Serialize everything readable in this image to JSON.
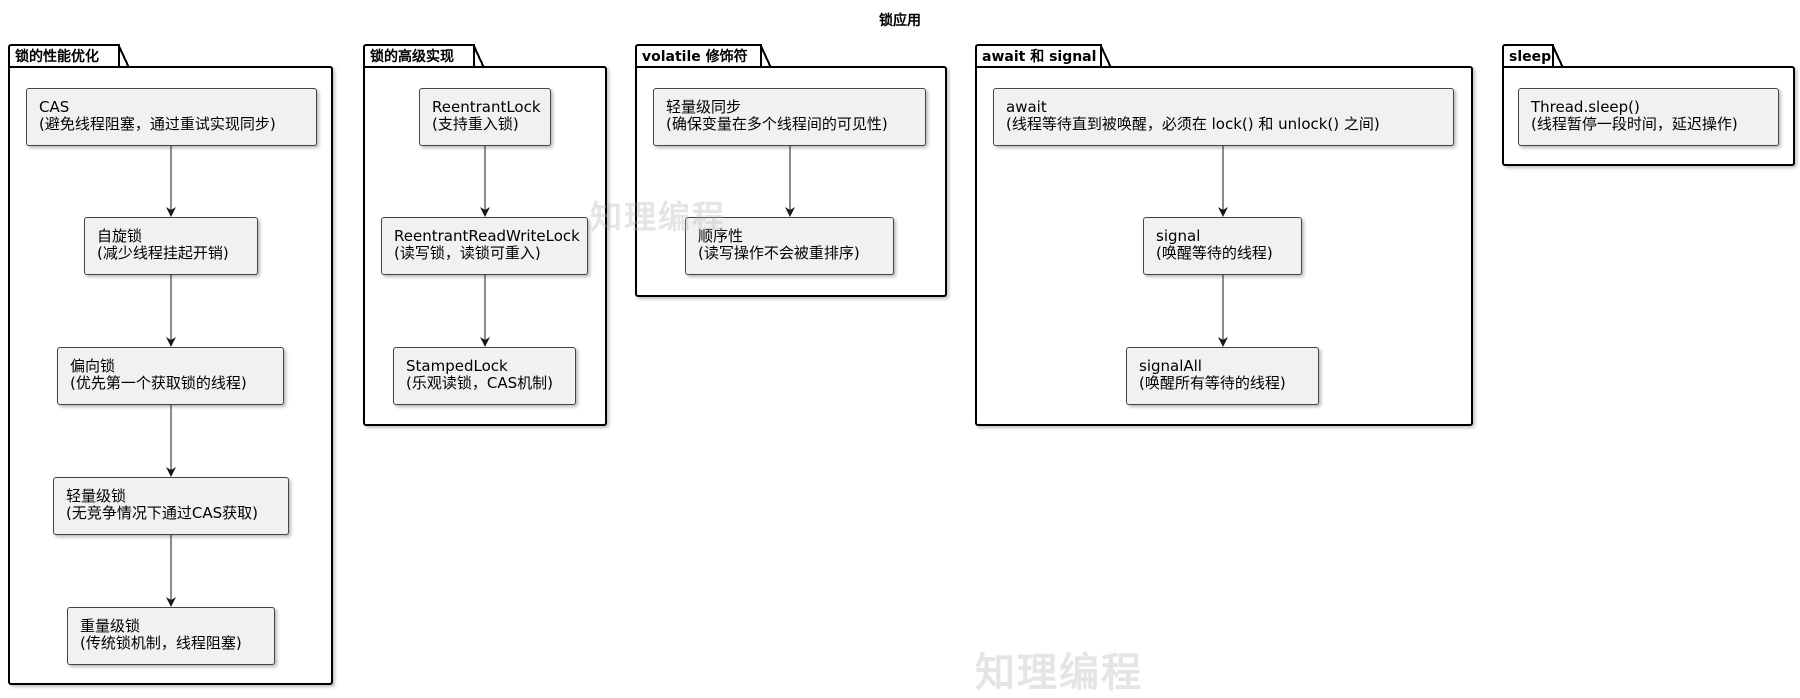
{
  "title": "锁应用",
  "packages": {
    "p1": {
      "label": "锁的性能优化",
      "nodes": [
        {
          "name": "CAS",
          "desc": "(避免线程阻塞，通过重试实现同步)"
        },
        {
          "name": "自旋锁",
          "desc": "(减少线程挂起开销)"
        },
        {
          "name": "偏向锁",
          "desc": "(优先第一个获取锁的线程)"
        },
        {
          "name": "轻量级锁",
          "desc": "(无竞争情况下通过CAS获取)"
        },
        {
          "name": "重量级锁",
          "desc": "(传统锁机制，线程阻塞)"
        }
      ]
    },
    "p2": {
      "label": "锁的高级实现",
      "nodes": [
        {
          "name": "ReentrantLock",
          "desc": "(支持重入锁)"
        },
        {
          "name": "ReentrantReadWriteLock",
          "desc": "(读写锁，读锁可重入)"
        },
        {
          "name": "StampedLock",
          "desc": "(乐观读锁，CAS机制)"
        }
      ]
    },
    "p3": {
      "label": "volatile 修饰符",
      "nodes": [
        {
          "name": "轻量级同步",
          "desc": "(确保变量在多个线程间的可见性)"
        },
        {
          "name": "顺序性",
          "desc": "(读写操作不会被重排序)"
        }
      ]
    },
    "p4": {
      "label": "await 和 signal",
      "nodes": [
        {
          "name": "await",
          "desc": "(线程等待直到被唤醒，必须在 lock() 和 unlock() 之间)"
        },
        {
          "name": "signal",
          "desc": "(唤醒等待的线程)"
        },
        {
          "name": "signalAll",
          "desc": "(唤醒所有等待的线程)"
        }
      ]
    },
    "p5": {
      "label": "sleep",
      "nodes": [
        {
          "name": "Thread.sleep()",
          "desc": "(线程暂停一段时间，延迟操作)"
        }
      ]
    }
  },
  "watermark": "知理编程"
}
